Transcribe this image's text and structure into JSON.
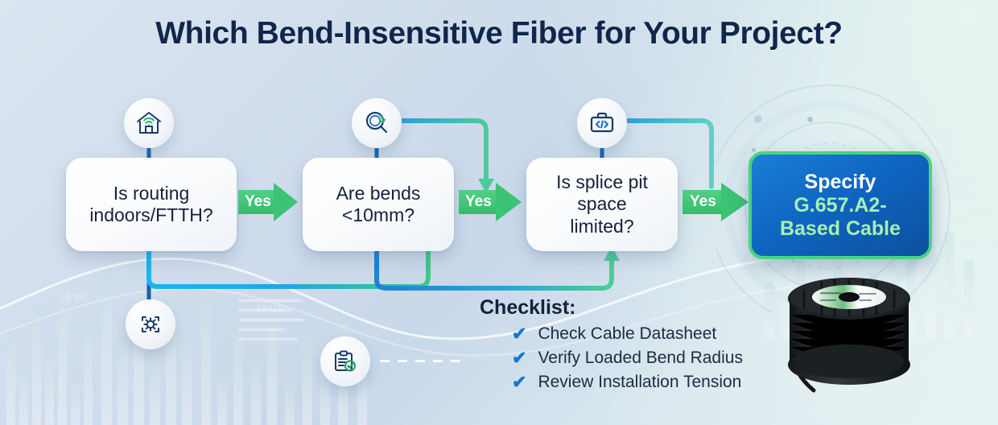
{
  "page": {
    "title": "Which Bend-Insensitive Fiber for Your Project?",
    "background_left": "#d6e2ef",
    "background_right": "#e4f3f0"
  },
  "flow": {
    "decisions": [
      {
        "id": "box1",
        "text_line1": "Is routing",
        "text_line2": "indoors/FTTH?",
        "icon": "house-wifi-icon"
      },
      {
        "id": "box2",
        "text_line1": "Are bends",
        "text_line2": "<10mm?",
        "icon": "magnifier-loop-icon"
      },
      {
        "id": "box3",
        "text_line1": "Is splice pit",
        "text_line2": "space",
        "text_line3": "limited?",
        "icon": "briefcase-code-icon"
      }
    ],
    "connectors": [
      {
        "label": "Yes",
        "color": "#3cc374"
      },
      {
        "label": "Yes",
        "color": "#3cc374"
      },
      {
        "label": "Yes",
        "color": "#3cc374"
      }
    ],
    "result": {
      "line1": "Specify",
      "line2": "G.657.A2-",
      "line3": "Based Cable",
      "border_color": "#4ad37e",
      "fill_color": "#0f66c2",
      "accent_text_color": "#a6f0ae"
    },
    "aux_icons": [
      {
        "id": "ic4",
        "icon": "gear-scan-icon"
      },
      {
        "id": "ic5",
        "icon": "clipboard-check-icon"
      }
    ]
  },
  "checklist": {
    "heading": "Checklist:",
    "check_glyph": "✔",
    "check_color": "#1477cc",
    "items": [
      "Check Cable Datasheet",
      "Verify Loaded Bend Radius",
      "Review Installation Tension"
    ]
  },
  "product": {
    "image_name": "fiber-cable-spool"
  },
  "background_text": {
    "label_a": "16.55t",
    "label_b": "3A419"
  }
}
